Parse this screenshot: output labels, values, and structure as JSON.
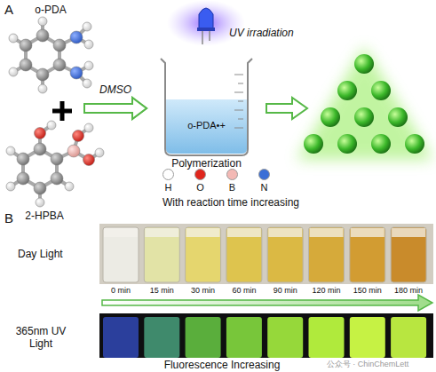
{
  "diagram": {
    "nodes": [
      {
        "text": [
          "o-PDA"
        ]
      },
      {
        "text": [
          "2-HPBA"
        ]
      },
      {
        "text": [
          "o-PDA•+",
          "Polymerization"
        ]
      }
    ],
    "edges": [
      {
        "from": 0,
        "to": 2,
        "arrow": "to",
        "label": "DMSO"
      },
      {
        "from": 1,
        "to": 2,
        "arrow": "to"
      }
    ],
    "labels": [
      "A",
      "UV irradiation",
      "With reaction time increasing",
      "B",
      "Day Light",
      "0 min",
      "15 min",
      "30 min",
      "60 min",
      "90 min",
      "120 min",
      "150 min",
      "180 min",
      "365nm UV Light",
      "Fluorescence Increasing",
      "公众号 · ChinChemLett"
    ],
    "legend": [
      {
        "text": "H",
        "color": "#ffffff"
      },
      {
        "text": "O",
        "color": "#e0261d"
      },
      {
        "text": "B",
        "color": "#f3b9b5"
      },
      {
        "text": "N",
        "color": "#3b6fd6"
      }
    ]
  }
}
